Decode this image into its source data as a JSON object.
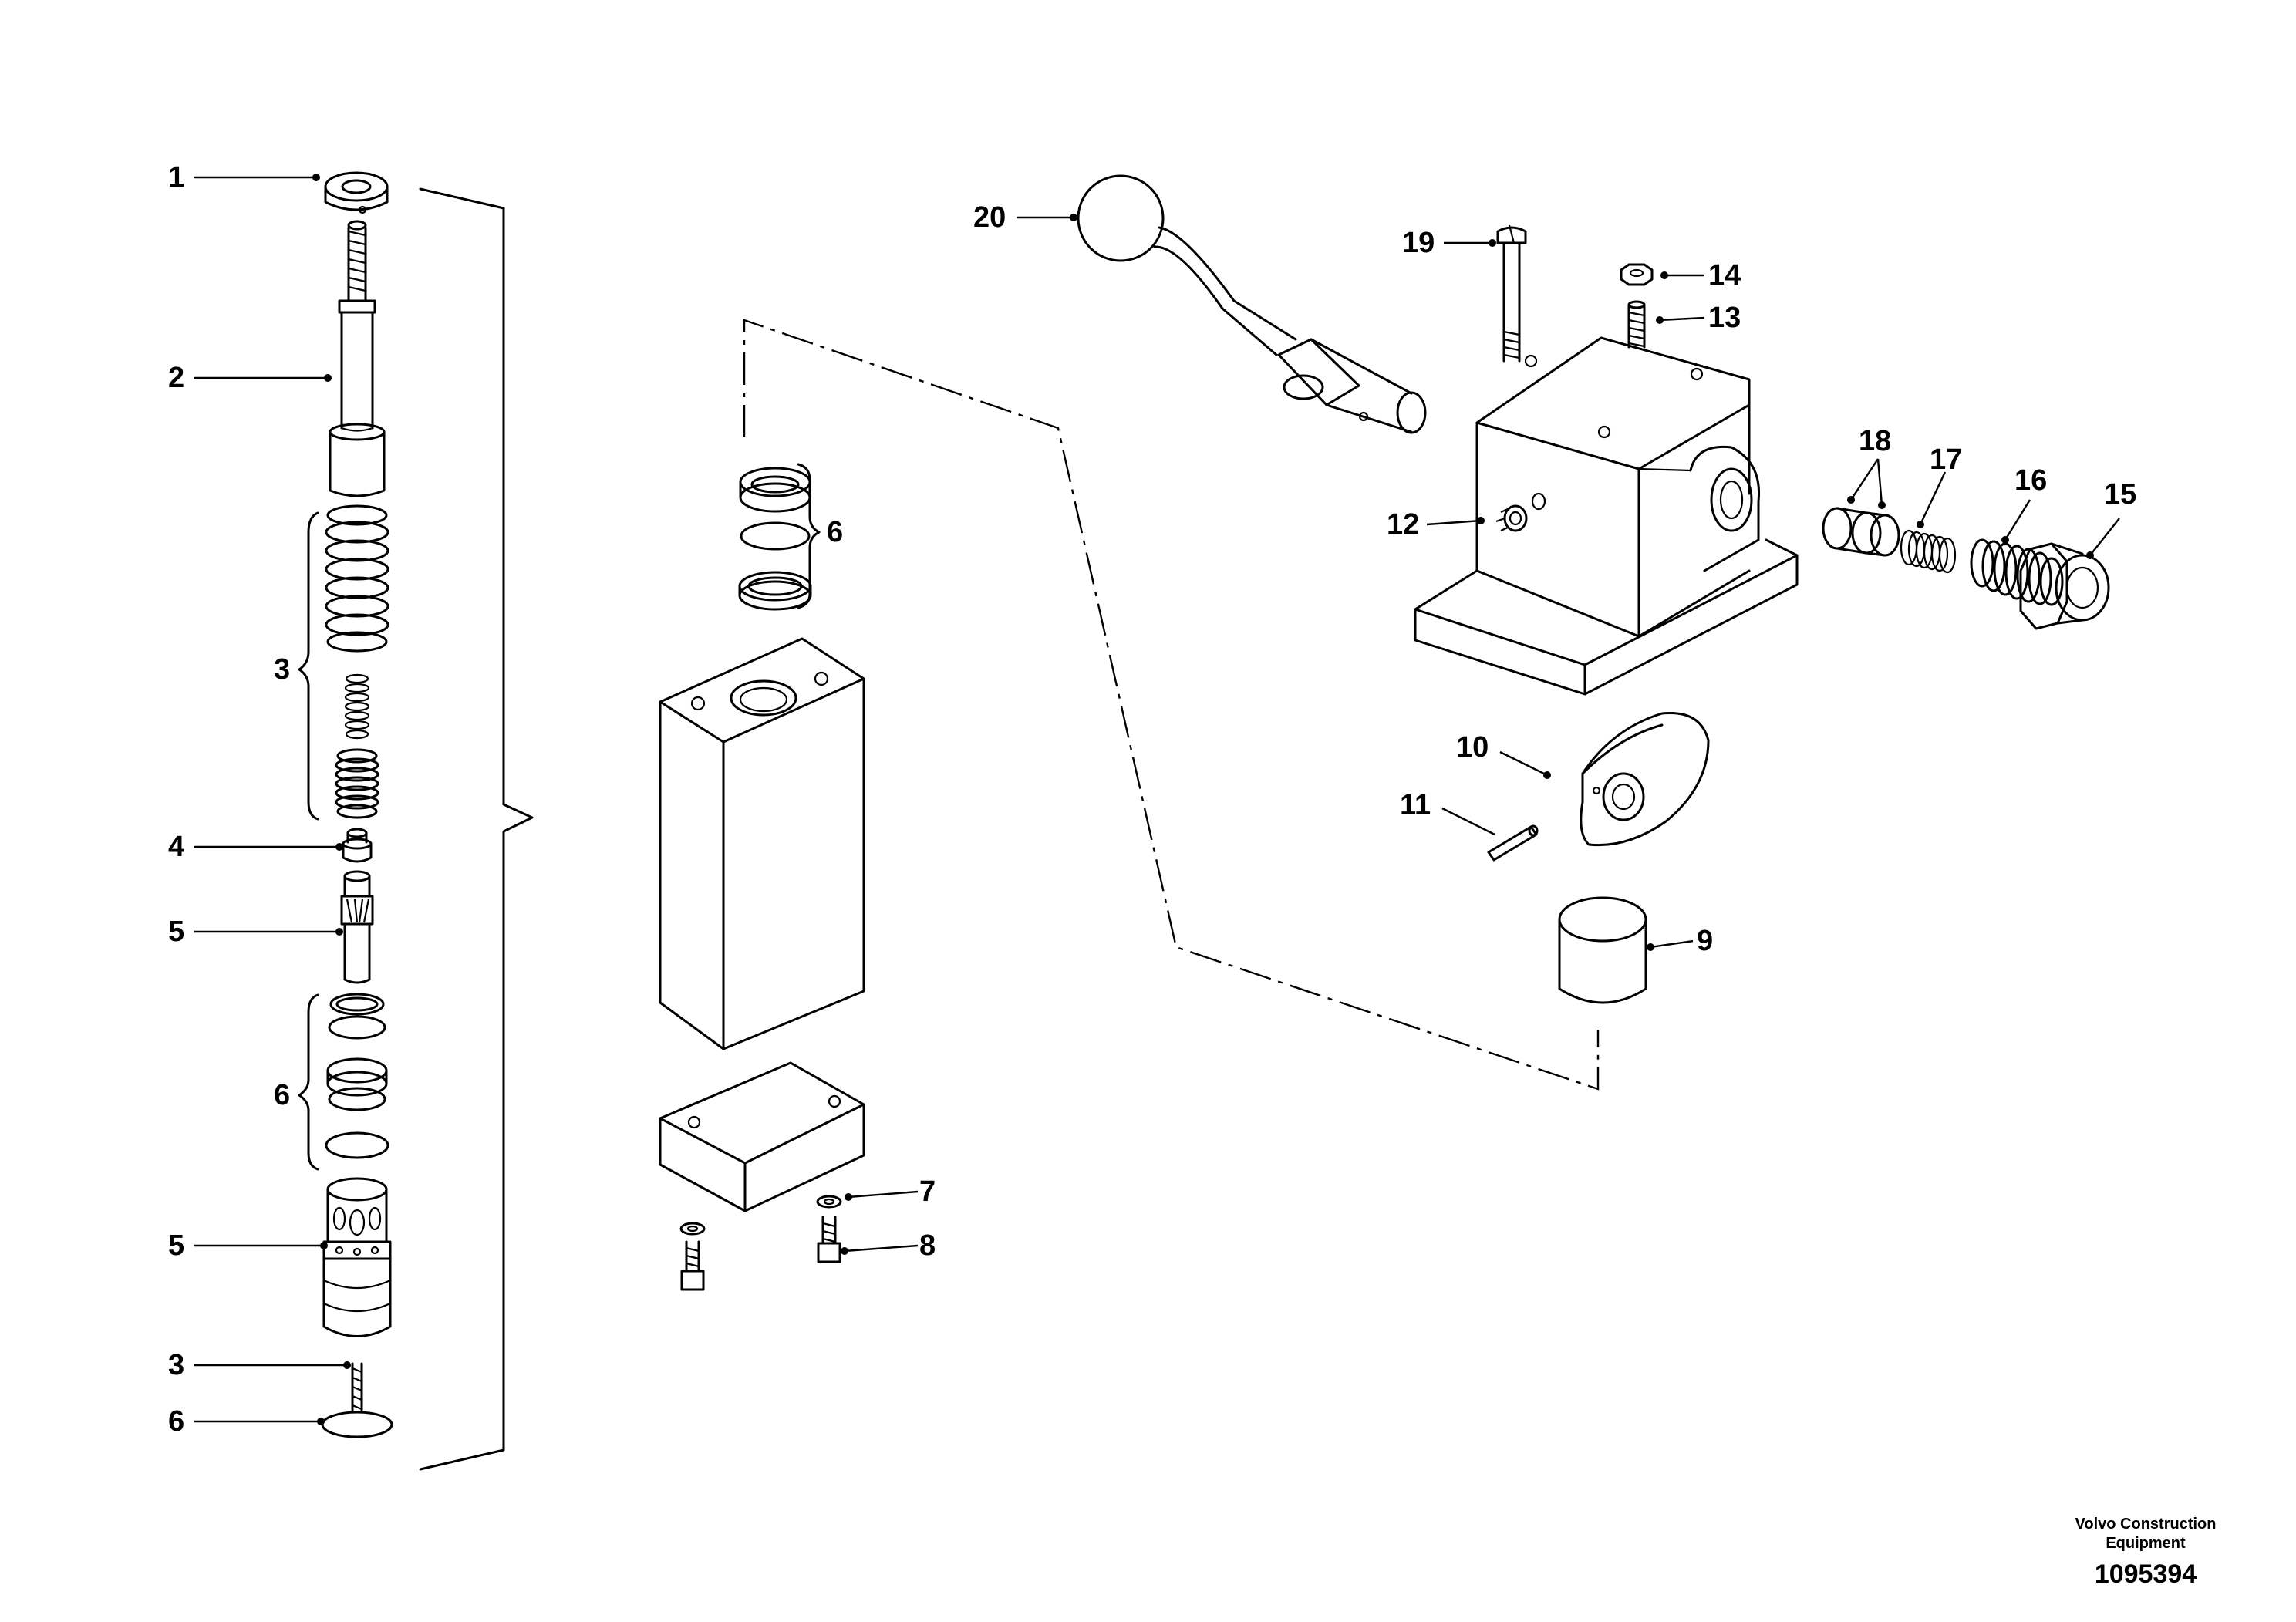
{
  "drawing": {
    "callouts": [
      {
        "id": "c1",
        "text": "1"
      },
      {
        "id": "c2",
        "text": "2"
      },
      {
        "id": "c3a",
        "text": "3"
      },
      {
        "id": "c4",
        "text": "4"
      },
      {
        "id": "c5a",
        "text": "5"
      },
      {
        "id": "c6a",
        "text": "6"
      },
      {
        "id": "c5b",
        "text": "5"
      },
      {
        "id": "c3b",
        "text": "3"
      },
      {
        "id": "c6b",
        "text": "6"
      },
      {
        "id": "c6c",
        "text": "6"
      },
      {
        "id": "c7",
        "text": "7"
      },
      {
        "id": "c8",
        "text": "8"
      },
      {
        "id": "c9",
        "text": "9"
      },
      {
        "id": "c10",
        "text": "10"
      },
      {
        "id": "c11",
        "text": "11"
      },
      {
        "id": "c12",
        "text": "12"
      },
      {
        "id": "c13",
        "text": "13"
      },
      {
        "id": "c14",
        "text": "14"
      },
      {
        "id": "c15",
        "text": "15"
      },
      {
        "id": "c16",
        "text": "16"
      },
      {
        "id": "c17",
        "text": "17"
      },
      {
        "id": "c18",
        "text": "18"
      },
      {
        "id": "c19",
        "text": "19"
      },
      {
        "id": "c20",
        "text": "20"
      }
    ]
  },
  "footer": {
    "company_line1": "Volvo Construction",
    "company_line2": "Equipment",
    "drawing_number": "1095394"
  }
}
